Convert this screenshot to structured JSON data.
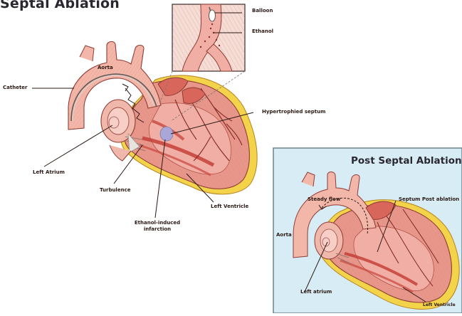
{
  "titles": {
    "main": "Septal Ablation",
    "inset": "Post Septal Ablation"
  },
  "labels": {
    "balloon": "Balloon",
    "ethanol": "Ethanol",
    "aorta": "Aorta",
    "catheter": "Catheter",
    "hypertrophied_septum": "Hypertrophied septum",
    "left_atrium": "Left Atrium",
    "turbulence": "Turbulence",
    "left_ventricle": "Left Ventricle",
    "ethanol_induced_infarction": "Ethanol-induced\ninfarction",
    "ethanol_induced_infarction_line1": "Ethanol-induced",
    "ethanol_induced_infarction_line2": "infarction"
  },
  "inset_labels": {
    "steady_flow": "Steady flow",
    "septum_post_ablation": "Septum Post ablation",
    "aorta": "Aorta",
    "left_atrium": "Left atrium",
    "left_ventricle": "Left Ventricle"
  },
  "colors": {
    "myocardium": "#e8968a",
    "myocardium_dark": "#c9574c",
    "fat": "#f2d34a",
    "vessel": "#f3b7aa",
    "septum_highlight": "#a9a7d8",
    "inset_background": "#d7ecf4",
    "label_text": "#2b1a14"
  }
}
